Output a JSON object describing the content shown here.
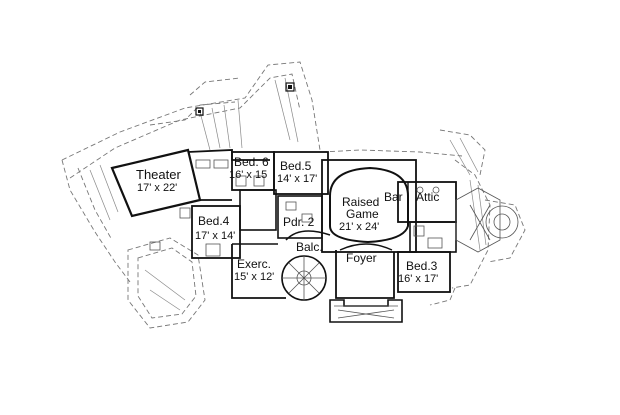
{
  "rooms": {
    "theater": {
      "name": "Theater",
      "size": "17' x 22'"
    },
    "bed6": {
      "name": "Bed. 6",
      "size": "16' x 15"
    },
    "bed5": {
      "name": "Bed.5",
      "size": "14' x 17'"
    },
    "raised_game": {
      "name": "Raised",
      "name2": "Game",
      "size": "21' x 24'"
    },
    "bar": {
      "name": "Bar"
    },
    "attic": {
      "name": "Attic"
    },
    "bed4": {
      "name": "Bed.4",
      "size": "17' x 14'"
    },
    "pdr2": {
      "name": "Pdr. 2"
    },
    "balc": {
      "name": "Balc."
    },
    "foyer": {
      "name": "Foyer"
    },
    "bed3": {
      "name": "Bed.3",
      "size": "16' x 17'"
    },
    "exerc": {
      "name": "Exerc.",
      "size": "15' x 12'"
    }
  }
}
